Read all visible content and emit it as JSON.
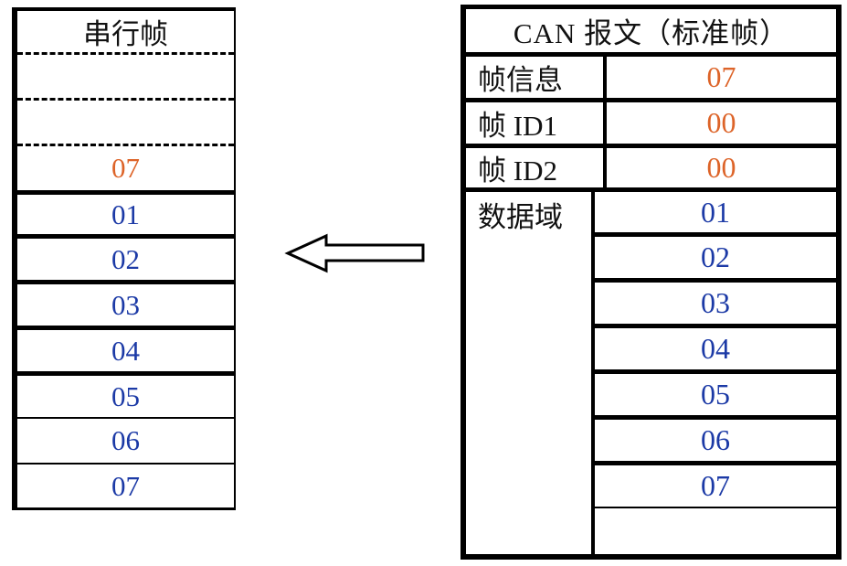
{
  "colors": {
    "orange": "#DD6429",
    "blue": "#1C3AA6",
    "line": "#000000",
    "background": "#ffffff"
  },
  "serial_table": {
    "title": "串行帧",
    "placeholder_row_count": 2,
    "rows": [
      {
        "value": "07",
        "color": "orange"
      },
      {
        "value": "01",
        "color": "blue"
      },
      {
        "value": "02",
        "color": "blue"
      },
      {
        "value": "03",
        "color": "blue"
      },
      {
        "value": "04",
        "color": "blue"
      },
      {
        "value": "05",
        "color": "blue"
      },
      {
        "value": "06",
        "color": "blue"
      },
      {
        "value": "07",
        "color": "blue"
      }
    ]
  },
  "can_table": {
    "title": "CAN 报文（标准帧）",
    "fields": [
      {
        "label": "帧信息",
        "value": "07",
        "color": "orange"
      },
      {
        "label": "帧 ID1",
        "value": "00",
        "color": "orange"
      },
      {
        "label": "帧 ID2",
        "value": "00",
        "color": "orange"
      }
    ],
    "data_field": {
      "label": "数据域",
      "values": [
        "01",
        "02",
        "03",
        "04",
        "05",
        "06",
        "07",
        ""
      ]
    }
  },
  "arrow": {
    "direction": "left"
  }
}
